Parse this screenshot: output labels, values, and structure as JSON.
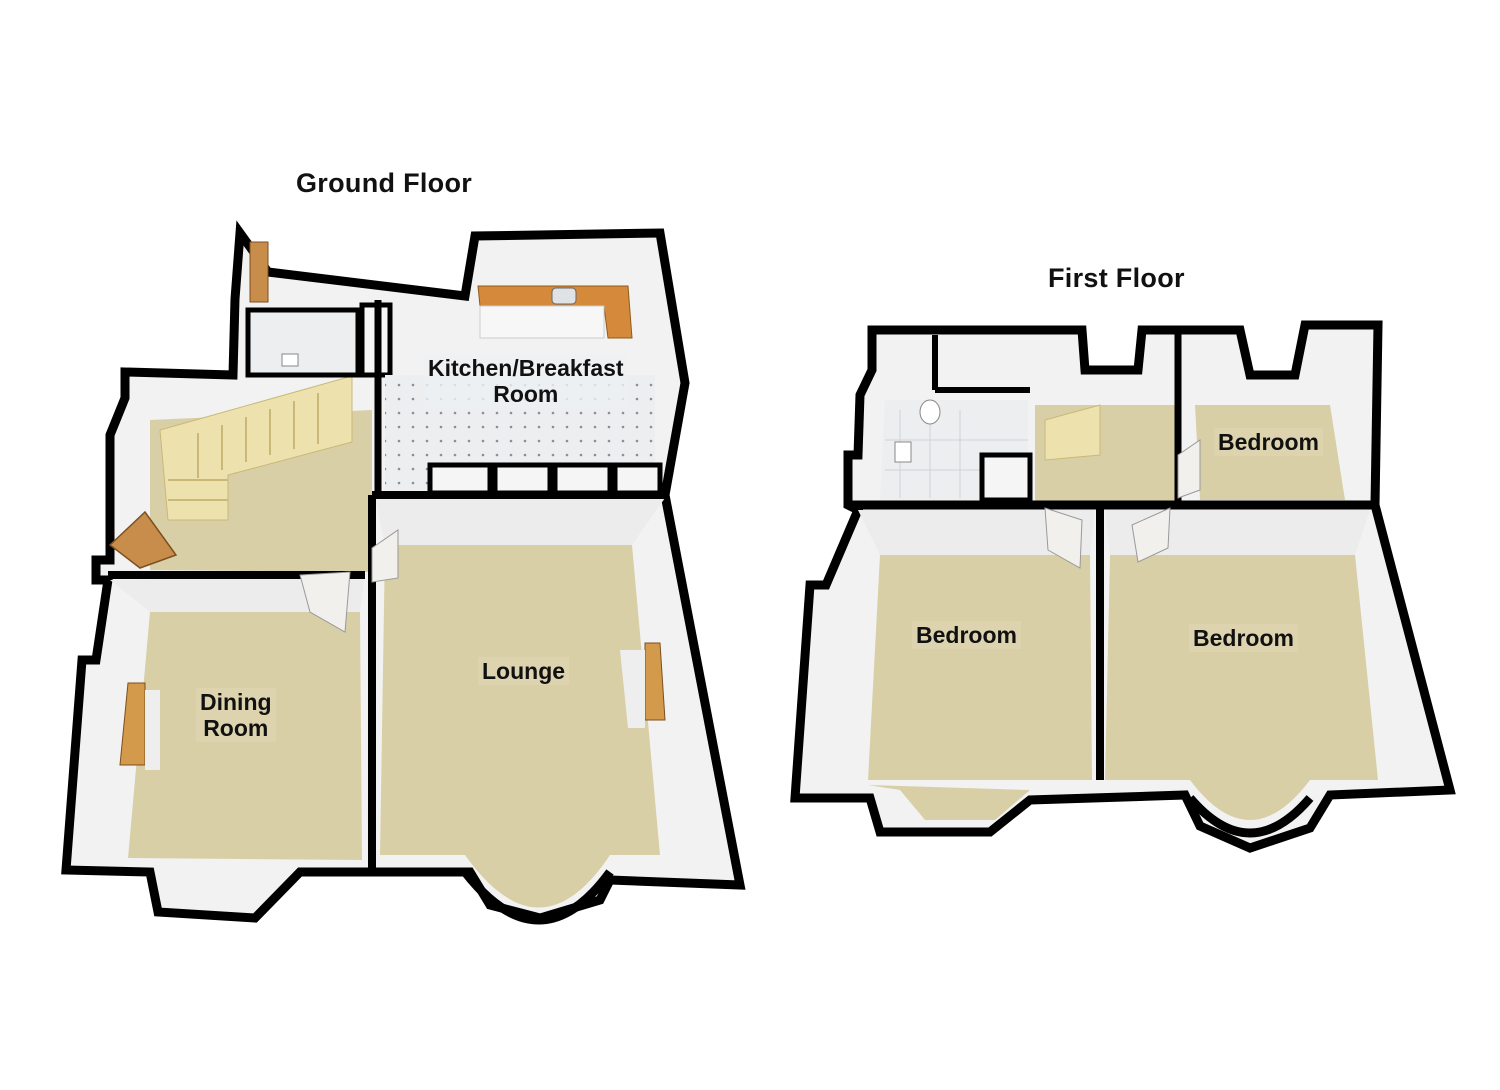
{
  "floors": [
    {
      "title": "Ground Floor",
      "rooms": [
        {
          "label_lines": [
            "Kitchen/Breakfast",
            "Room"
          ]
        },
        {
          "label_lines": [
            "Lounge"
          ]
        },
        {
          "label_lines": [
            "Dining",
            "Room"
          ]
        }
      ]
    },
    {
      "title": "First Floor",
      "rooms": [
        {
          "label_lines": [
            "Bedroom"
          ]
        },
        {
          "label_lines": [
            "Bedroom"
          ]
        },
        {
          "label_lines": [
            "Bedroom"
          ]
        }
      ]
    }
  ],
  "colors": {
    "wall": "#000000",
    "carpet": "#d9cfa6",
    "wall_face": "#ececec",
    "tile_floor": "#eceef0",
    "stairs": "#e8d79a",
    "worktop": "#d48a3a",
    "door": "#f2f0ec",
    "hearth": "#d39a4c"
  }
}
